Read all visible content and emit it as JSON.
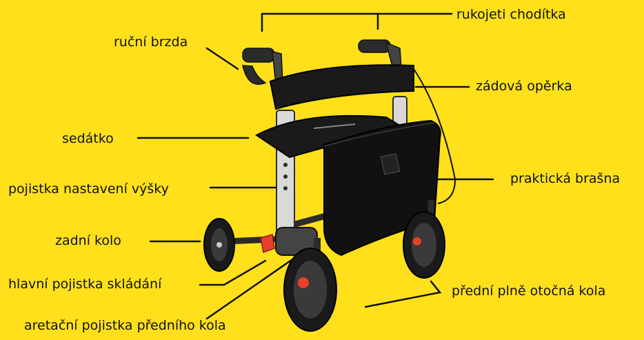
{
  "colors": {
    "background": "#FFE01B",
    "ink": "#111111",
    "frame": "#2b2b2b",
    "accent": "#E8402A",
    "silver": "#d9d9d9"
  },
  "labels": {
    "handles": "rukojeti chodítka",
    "brake": "ruční brzda",
    "backrest": "zádová opěrka",
    "seat": "sedátko",
    "bag": "praktická brašna",
    "height_lock": "pojistka nastavení výšky",
    "rear_wheel": "zadní kolo",
    "fold_lock": "hlavní pojistka skládání",
    "front_wheels": "přední plně otočná kola",
    "front_wheel_lock": "aretační pojistka předního kola"
  }
}
